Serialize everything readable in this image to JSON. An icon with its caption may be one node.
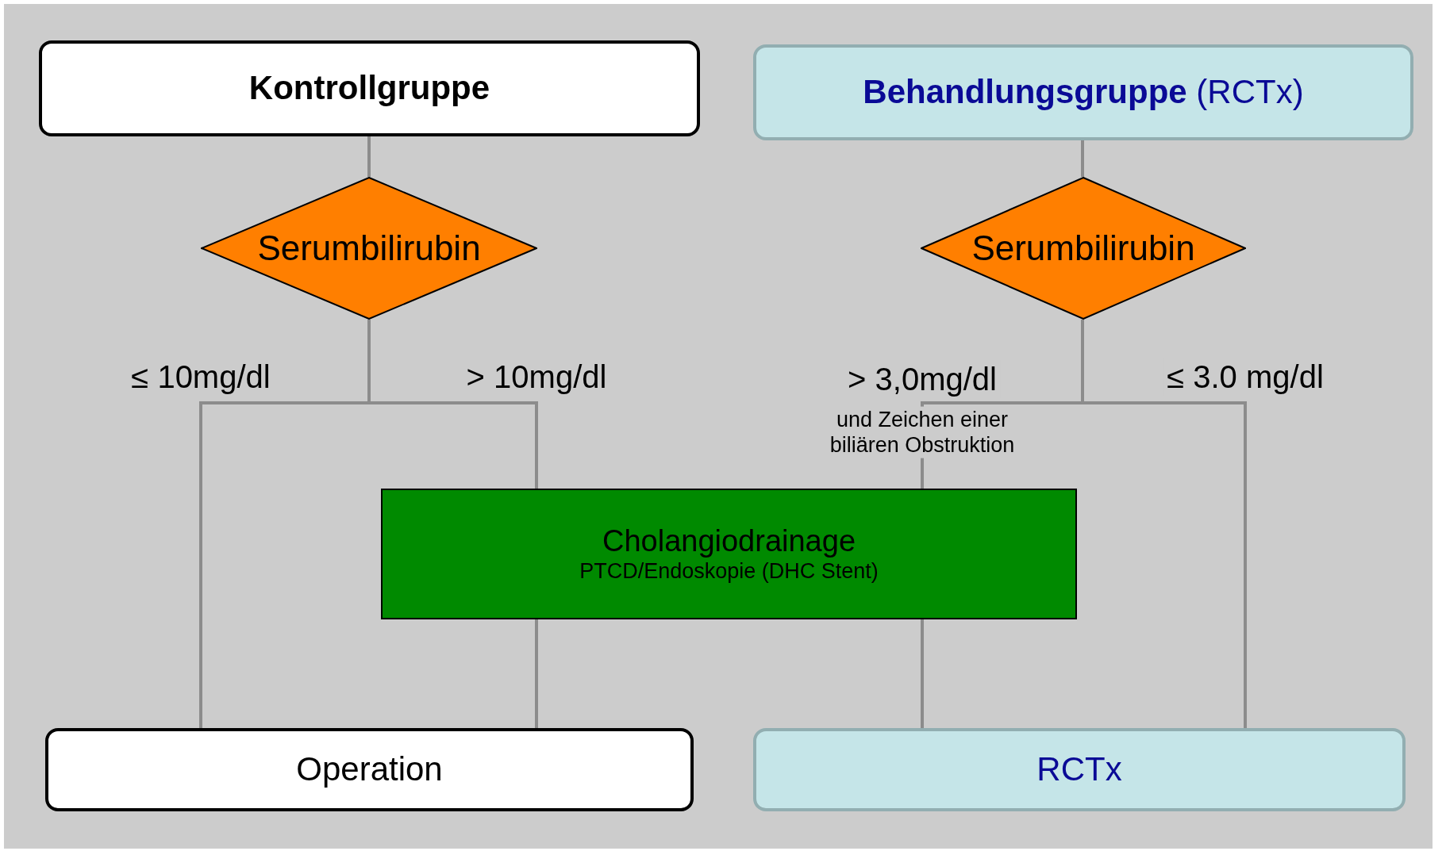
{
  "diagram": {
    "nodes": [
      {
        "text": [
          "Kontrollgruppe"
        ]
      },
      {
        "text": [
          "**Behandlungsgruppe** (RCTx)"
        ]
      },
      {
        "text": [
          "Serumbilirubin"
        ]
      },
      {
        "text": [
          "Serumbilirubin"
        ]
      },
      {
        "text": [
          "Cholangiodrainage",
          "PTCD/Endoskopie (DHC Stent)"
        ]
      },
      {
        "text": [
          "Operation"
        ]
      },
      {
        "text": [
          "RCTx"
        ]
      }
    ],
    "edges": [
      {
        "from": 0,
        "to": 2,
        "arrow": "none"
      },
      {
        "from": 1,
        "to": 3,
        "arrow": "none"
      },
      {
        "from": 2,
        "to": 5,
        "arrow": "none",
        "label": "≤ 10mg/dl"
      },
      {
        "from": 2,
        "to": 4,
        "arrow": "none",
        "label": "> 10mg/dl"
      },
      {
        "from": 3,
        "to": 4,
        "arrow": "none",
        "label": "> 3,0mg/dl"
      },
      {
        "from": 3,
        "to": 6,
        "arrow": "none",
        "label": "≤ 3.0 mg/dl"
      },
      {
        "from": 4,
        "to": 5,
        "arrow": "none"
      },
      {
        "from": 4,
        "to": 6,
        "arrow": "none"
      }
    ],
    "labels": [
      "und Zeichen einer biliären Obstruktion"
    ]
  }
}
